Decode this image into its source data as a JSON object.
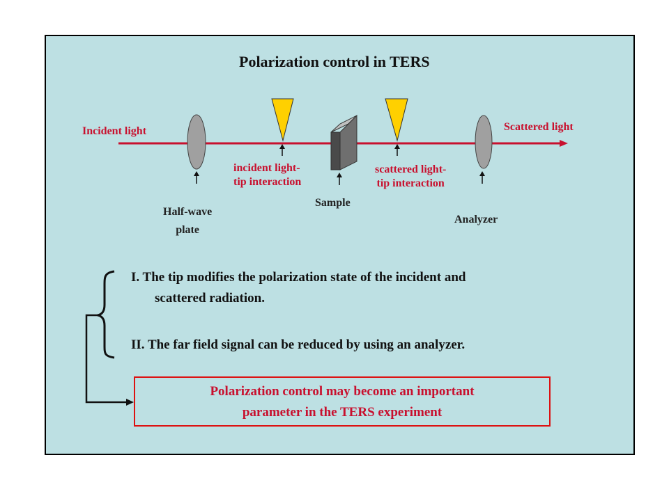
{
  "title": "Polarization control in TERS",
  "labels": {
    "incident_light": "Incident light",
    "scattered_light": "Scattered light",
    "incident_tip_line1": "incident light-",
    "incident_tip_line2": "tip interaction",
    "scattered_tip_line1": "scattered light-",
    "scattered_tip_line2": "tip interaction",
    "sample": "Sample",
    "half_wave_line1": "Half-wave",
    "half_wave_line2": "plate",
    "analyzer": "Analyzer"
  },
  "points": {
    "one_line1": "I.   The tip modifies the polarization state of the incident and",
    "one_line2": "scattered radiation.",
    "two": "II.  The far field signal can be reduced by using an analyzer."
  },
  "conclusion": {
    "line1": "Polarization control may become an important",
    "line2": "parameter in the TERS experiment"
  },
  "colors": {
    "beam": "#c8102e",
    "tip": "#ffd000",
    "optic": "#a0a0a0",
    "background": "#bde0e3",
    "label_red": "#c8102e"
  }
}
